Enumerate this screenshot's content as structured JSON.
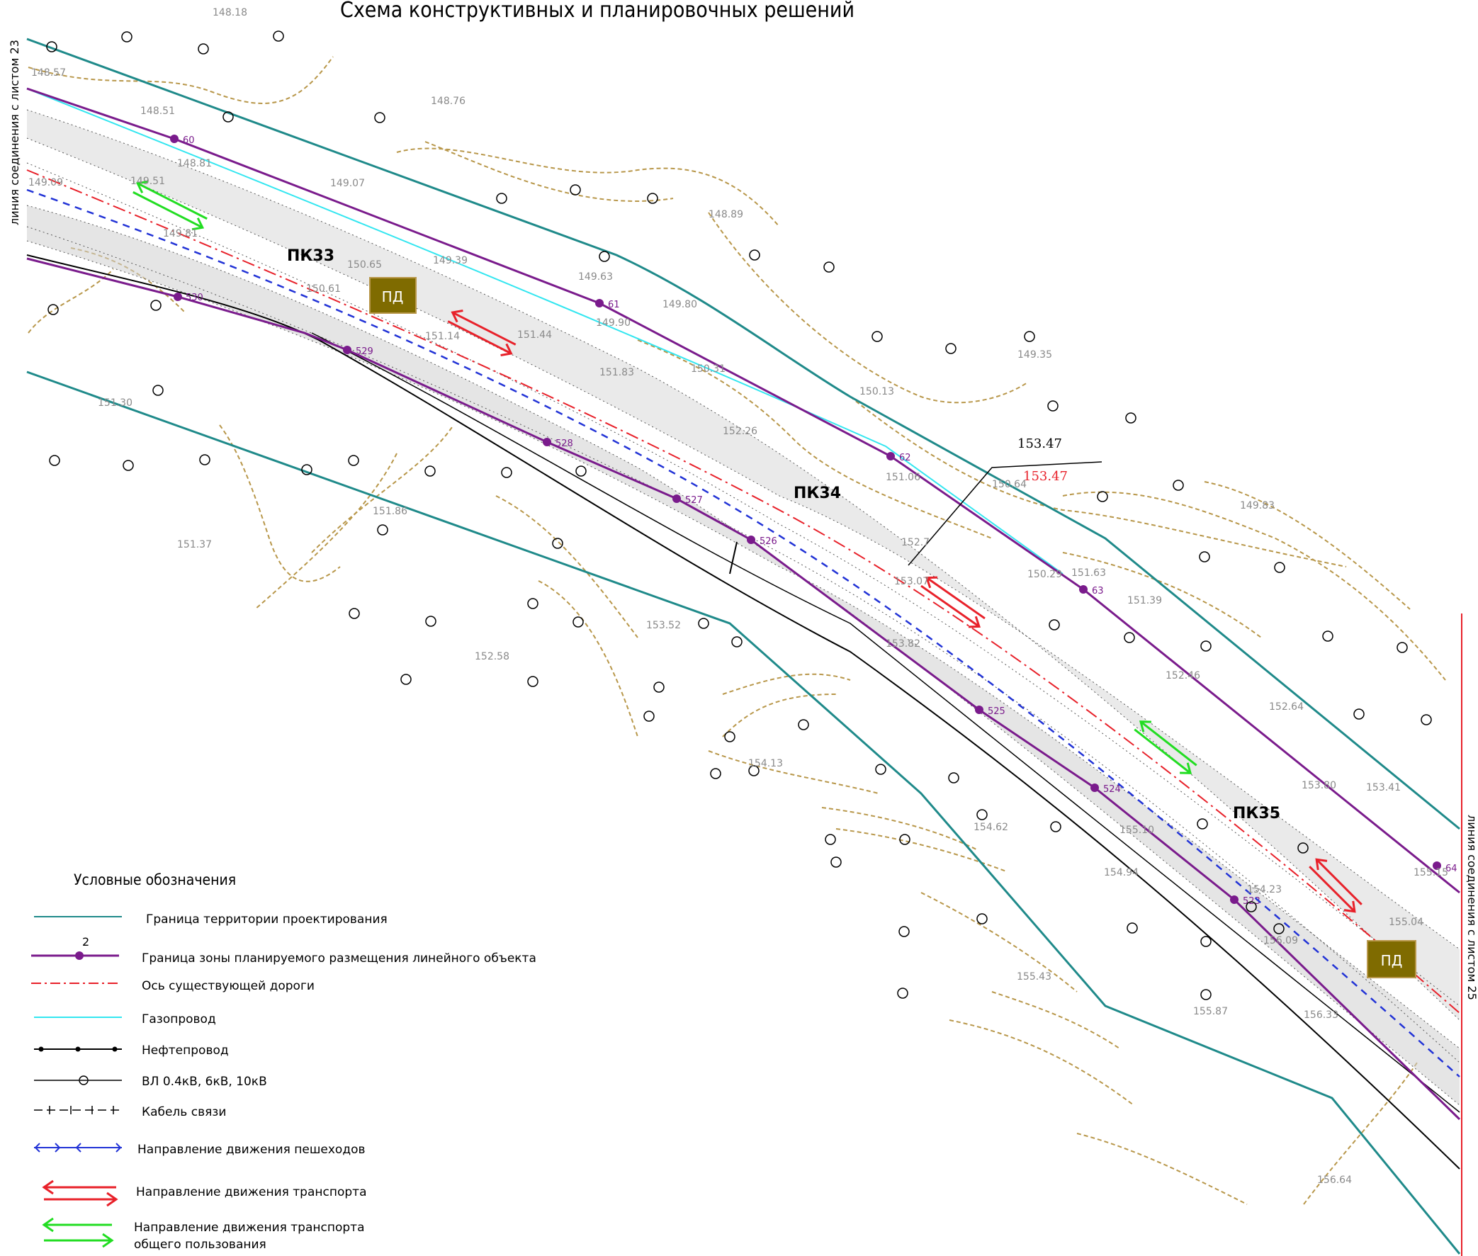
{
  "title": "Схема конструктивных и планировочных решений",
  "side_label_left": "линия соединения с листом 23",
  "side_label_right": "линия соединения с листом 25",
  "pickets": [
    "ПК33",
    "ПК34",
    "ПК35"
  ],
  "stop_label": "ПД",
  "callout": {
    "black": "153.47",
    "red": "153.47"
  },
  "boundary_points_upper": [
    "60",
    "61",
    "62",
    "63",
    "64"
  ],
  "boundary_points_lower": [
    "530",
    "529",
    "528",
    "527",
    "526",
    "525",
    "524",
    "523"
  ],
  "elevations": [
    "148.18",
    "148.57",
    "148.76",
    "148.51",
    "148.81",
    "149.07",
    "149.09",
    "149.51",
    "148.89",
    "149.81",
    "150.65",
    "149.39",
    "149.63",
    "150.61",
    "149.80",
    "151.14",
    "151.44",
    "149.90",
    "151.83",
    "150.31",
    "149.35",
    "151.30",
    "150.13",
    "152.26",
    "151.06",
    "150.64",
    "149.83",
    "151.86",
    "151.37",
    "152.7",
    "153.07",
    "150.29",
    "151.63",
    "151.39",
    "153.52",
    "152.58",
    "153.82",
    "152.46",
    "152.64",
    "154.13",
    "153.80",
    "153.41",
    "154.62",
    "155.10",
    "154.94",
    "154.23",
    "155.15",
    "155.04",
    "155.43",
    "156.09",
    "155.87",
    "156.33",
    "156.64"
  ],
  "legend": {
    "title": "Условные обозначения",
    "number_label": "2",
    "items": [
      {
        "label": "Граница территории проектирования",
        "symbol": "teal-line"
      },
      {
        "label": "Граница зоны планируемого размещения линейного объекта",
        "symbol": "purple-line-dots"
      },
      {
        "label": "Ось существующей дороги",
        "symbol": "red-dashdot"
      },
      {
        "label": "Газопровод",
        "symbol": "cyan-line"
      },
      {
        "label": "Нефтепровод",
        "symbol": "black-line-dots"
      },
      {
        "label": "ВЛ 0.4кВ, 6кВ, 10кВ",
        "symbol": "black-line-circle"
      },
      {
        "label": "Кабель связи",
        "symbol": "black-dashed-ticks"
      },
      {
        "label": "Направление движения пешеходов",
        "symbol": "blue-arrows"
      },
      {
        "label": "Направление движения транспорта",
        "symbol": "red-double-arrow"
      },
      {
        "label": "Направление движения транспорта",
        "symbol": "green-double-arrow"
      }
    ],
    "extra_line": "общего пользования"
  },
  "colors": {
    "territory": "#1f8a8a",
    "zone": "#7a1b8c",
    "road_axis": "#e8212a",
    "gas": "#33e6f0",
    "pedestrian": "#2233d6",
    "contour": "#b8974a",
    "transport_red": "#e8212a",
    "transport_green": "#22dd22",
    "stop_fill": "#7f6b00",
    "stop_text": "#ffffff"
  }
}
